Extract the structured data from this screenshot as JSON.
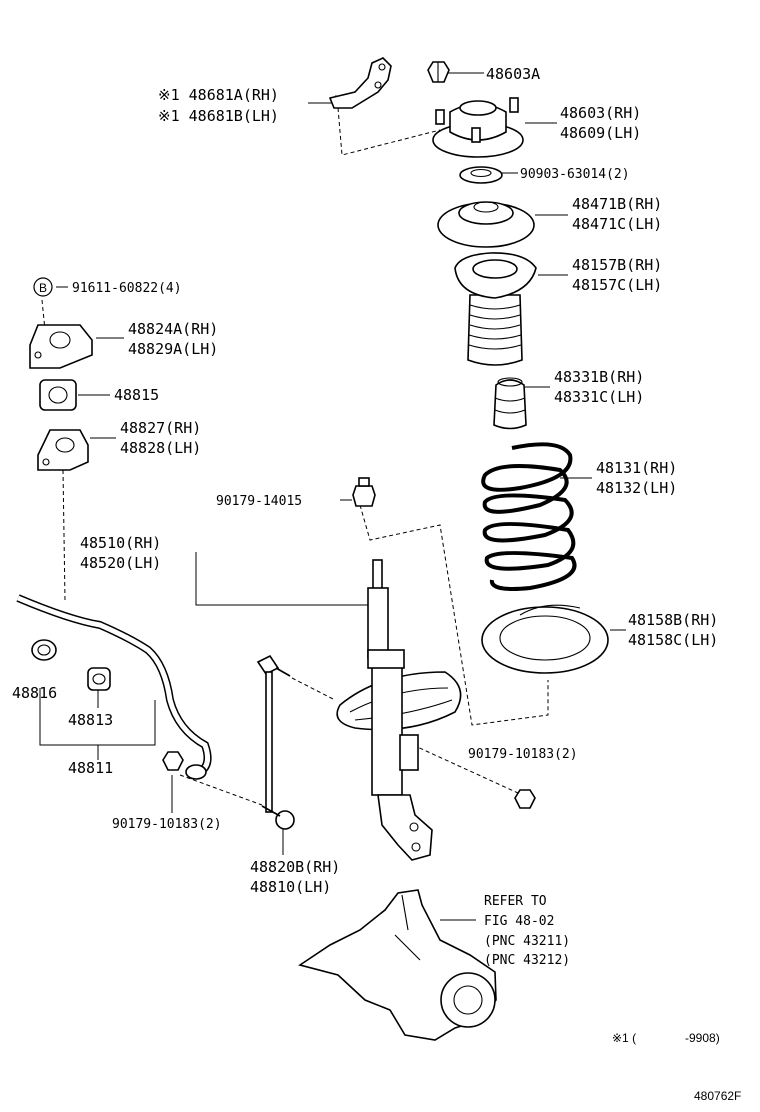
{
  "labels": {
    "p48603a": "48603A",
    "p48681a": "※1 48681A(RH)",
    "p48681b": "※1 48681B(LH)",
    "p48603": "48603(RH)",
    "p48609": "48609(LH)",
    "p90903": "90903-63014(2)",
    "p48471b": "48471B(RH)",
    "p48471c": "48471C(LH)",
    "p91611": "91611-60822(4)",
    "p48157b": "48157B(RH)",
    "p48157c": "48157C(LH)",
    "p48824a": "48824A(RH)",
    "p48829a": "48829A(LH)",
    "p48815": "48815",
    "p48331b": "48331B(RH)",
    "p48331c": "48331C(LH)",
    "p48827": "48827(RH)",
    "p48828": "48828(LH)",
    "p48131": "48131(RH)",
    "p48132": "48132(LH)",
    "p90179_14015": "90179-14015",
    "p48510": "48510(RH)",
    "p48520": "48520(LH)",
    "p48158b": "48158B(RH)",
    "p48158c": "48158C(LH)",
    "p48816": "48816",
    "p48813": "48813",
    "p48811": "48811",
    "p90179_10183_r": "90179-10183(2)",
    "p90179_10183_l": "90179-10183(2)",
    "p48820b": "48820B(RH)",
    "p48810": "48810(LH)",
    "refer1": "REFER TO",
    "refer2": "FIG 48-02",
    "refer3": "(PNC 43211)",
    "refer4": "(PNC 43212)",
    "footnote_mark": "※1 (",
    "footnote_val": "-9908)",
    "badge_b": "B",
    "fig_id": "480762F"
  },
  "icons": {
    "circle_b": "circled-letter-b-icon"
  },
  "colors": {
    "ink": "#000000",
    "paper": "#ffffff"
  }
}
